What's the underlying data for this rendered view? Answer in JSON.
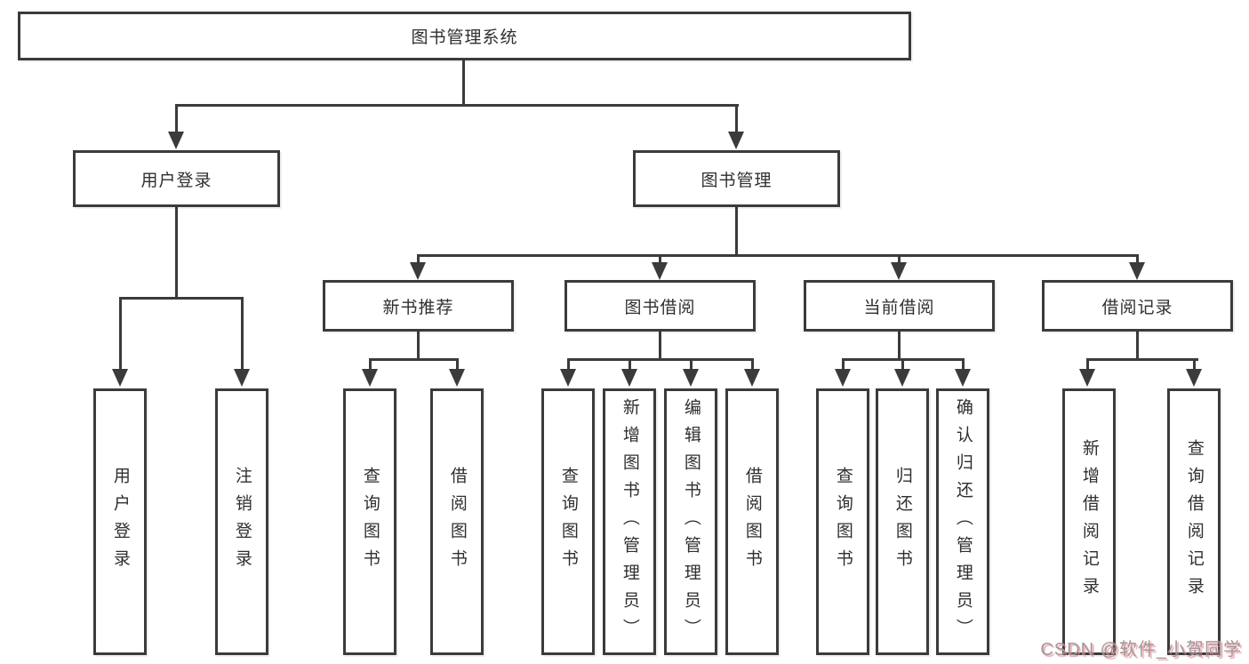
{
  "diagram": {
    "title_node": "图书管理系统",
    "nodes": {
      "root": "图书管理系统",
      "user_login": "用户登录",
      "book_management": "图书管理",
      "new_book_recommend": "新书推荐",
      "book_borrowing": "图书借阅",
      "current_borrowing": "当前借阅",
      "borrowing_records": "借阅记录",
      "leaves": {
        "user_login": [
          "用户登录",
          "注销登录"
        ],
        "new_book_recommend": [
          "查询图书",
          "借阅图书"
        ],
        "book_borrowing": [
          "查询图书",
          "新增图书（管理员）",
          "编辑图书（管理员）",
          "借阅图书"
        ],
        "current_borrowing": [
          "查询图书",
          "归还图书",
          "确认归还（管理员）"
        ],
        "borrowing_records": [
          "新增借阅记录",
          "查询借阅记录"
        ]
      }
    },
    "colors": {
      "line": "#3b3b3b",
      "box_border": "#3b3b3b",
      "text": "#2f2f2f",
      "background": "#ffffff",
      "watermark_gray": "#9b9b9b",
      "watermark_pink": "#f0828c"
    }
  },
  "watermark": {
    "text": "CSDN @软件_小贺同学"
  }
}
